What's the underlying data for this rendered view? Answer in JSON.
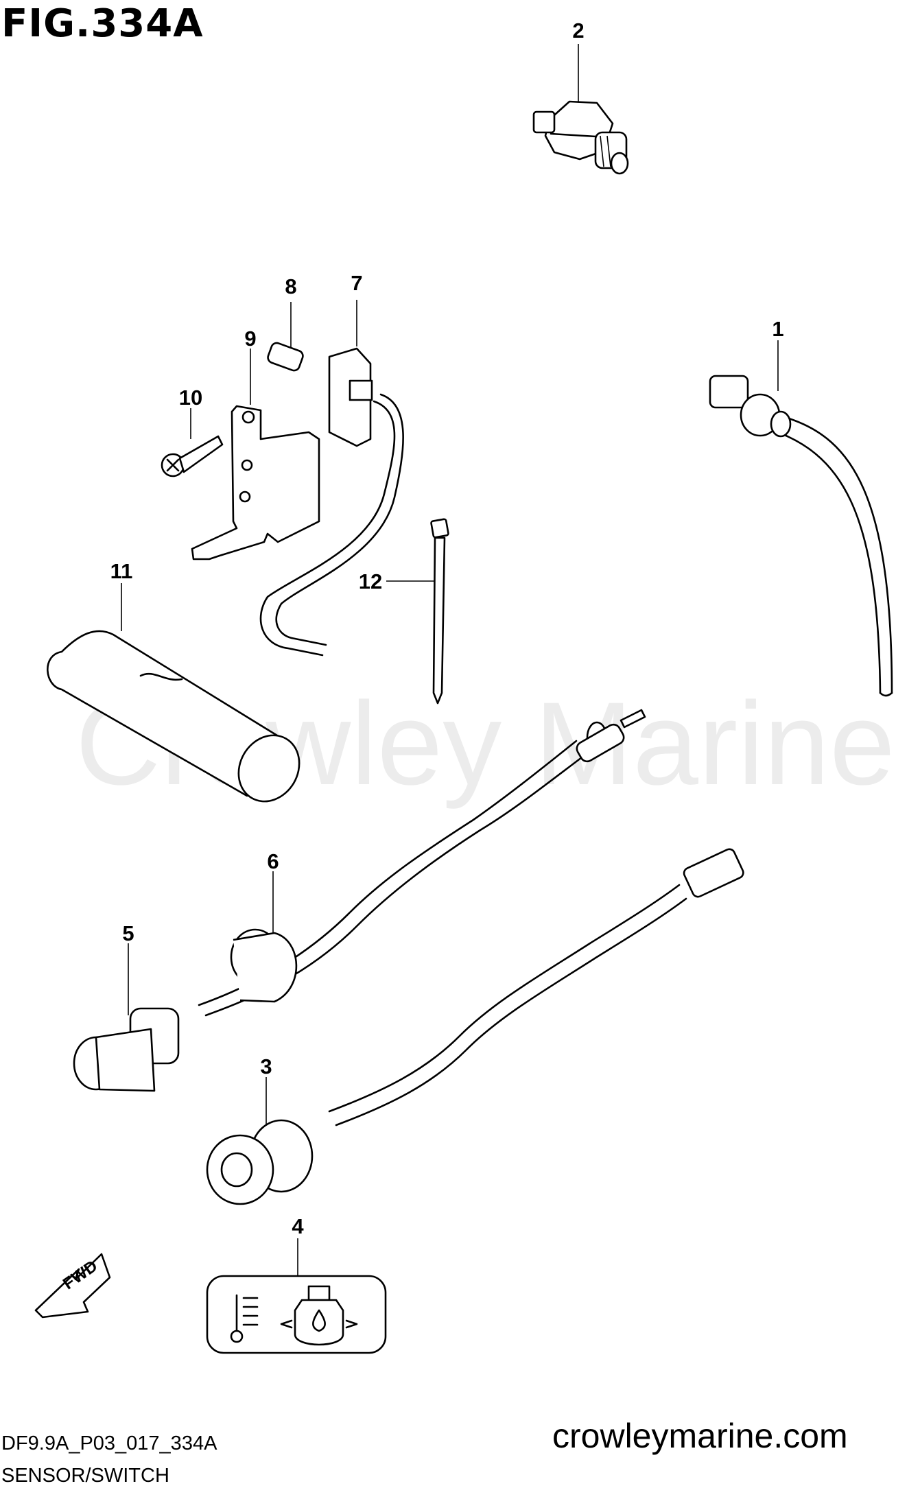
{
  "figure": {
    "title": "FIG.334A",
    "reference_code": "DF9.9A_P03_017_334A",
    "caption": "SENSOR/SWITCH",
    "website": "crowleymarine.com",
    "watermark": "Crowley Marine",
    "direction_label": "FWD"
  },
  "callouts": [
    {
      "id": "1",
      "label": "1"
    },
    {
      "id": "2",
      "label": "2"
    },
    {
      "id": "3",
      "label": "3"
    },
    {
      "id": "4",
      "label": "4"
    },
    {
      "id": "5",
      "label": "5"
    },
    {
      "id": "6",
      "label": "6"
    },
    {
      "id": "7",
      "label": "7"
    },
    {
      "id": "8",
      "label": "8"
    },
    {
      "id": "9",
      "label": "9"
    },
    {
      "id": "10",
      "label": "10"
    },
    {
      "id": "11",
      "label": "11"
    },
    {
      "id": "12",
      "label": "12"
    }
  ],
  "icons": [
    "temperature-icon",
    "oil-pressure-icon",
    "fwd-arrow-icon"
  ]
}
